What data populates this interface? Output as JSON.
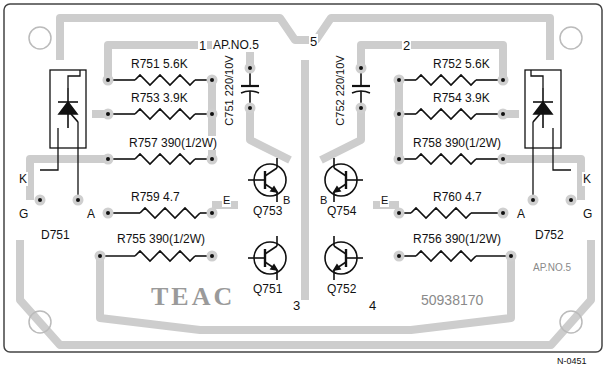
{
  "diagram": {
    "labels": [
      "1",
      "AP.NO.5",
      "5",
      "2",
      "R751 5.6K",
      "R752 5.6K",
      "R753 3.9K",
      "R754 3.9K",
      "C751 220/10V",
      "C752 220/10V",
      "K",
      "G",
      "A",
      "D751",
      "A",
      "G",
      "K",
      "D752",
      "R757 390(1/2W)",
      "R758 390(1/2W)",
      "R759 4.7",
      "R760 4.7",
      "R755 390(1/2W)",
      "R756 390(1/2W)",
      "Q753",
      "Q754",
      "Q751",
      "Q752",
      "E",
      "B",
      "B",
      "E",
      "TEAC",
      "3",
      "4",
      "50938170",
      "AP.NO.5",
      "N-0451"
    ]
  }
}
